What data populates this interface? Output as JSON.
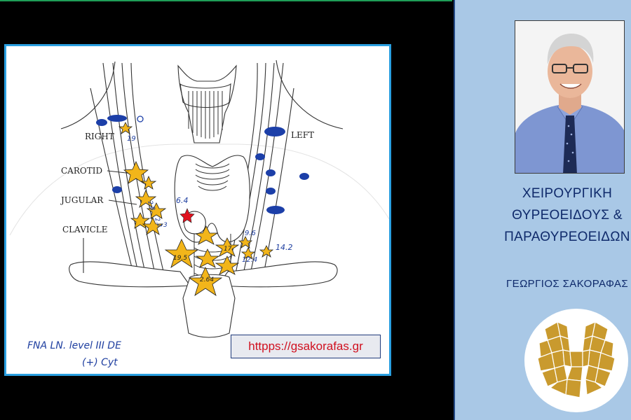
{
  "diagram": {
    "labels": {
      "right": "RIGHT",
      "left": "LEFT",
      "carotid": "CAROTID",
      "jugular": "JUGULAR",
      "clavicle": "CLAVICLE"
    },
    "annotations": {
      "a19": "19",
      "a64": "6.4",
      "a96": "9.6",
      "a142": "14.2",
      "a124": "12.4",
      "a195": "19.5",
      "a17": "17",
      "a264": "2.64",
      "a28": "2.8",
      "a22": "2.2",
      "a3": "3",
      "note1": "FNA LN. level III DE",
      "note2": "(+) Cyt"
    },
    "colors": {
      "star_fill": "#f2b51a",
      "node_fill": "#1c3fa8",
      "target_star": "#e0121f",
      "pen_ink": "#1f3fa0"
    }
  },
  "website": {
    "url": "httpps://gsakorafas.gr"
  },
  "sidebar": {
    "title_lines": [
      "ΧΕΙΡΟΥΡΓΙΚΗ",
      "ΘΥΡΕΟΕΙΔΟΥΣ &",
      "ΠΑΡΑΘΥΡΕΟΕΙΔΩΝ"
    ],
    "author": "ΓΕΩΡΓΙΟΣ ΣΑΚΟΡΑΦΑΣ",
    "photo_icon": "portrait-photo",
    "logo_icon": "thyroid-mosaic-logo",
    "colors": {
      "panel_bg": "#a9c8e6",
      "text": "#0f2a6b",
      "logo_gold": "#c99a2e"
    }
  }
}
